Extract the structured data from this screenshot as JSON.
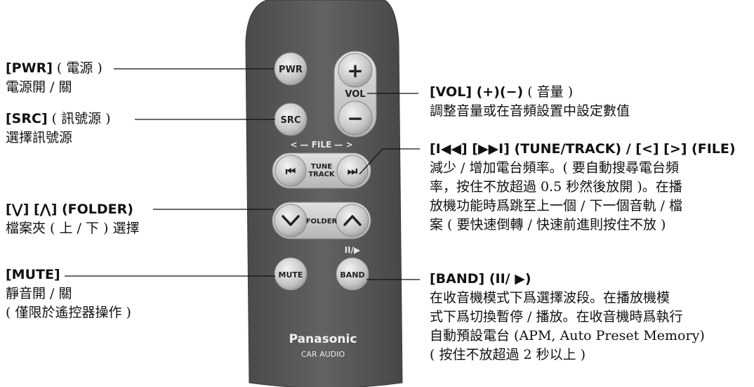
{
  "remote": {
    "brand": "Panasonic",
    "subbrand": "CAR AUDIO",
    "buttons": {
      "pwr": "PWR",
      "src": "SRC",
      "vol_plus": "+",
      "vol": "VOL",
      "vol_minus": "−",
      "file": "< — FILE — >",
      "tune_line1": "TUNE",
      "tune_line2": "TRACK",
      "prev": "⏮",
      "next": "⏭",
      "folder": "FOLDER",
      "mute": "MUTE",
      "band": "BAND",
      "pause_play": "II/▶"
    }
  },
  "labels": {
    "pwr": {
      "title": "[PWR]",
      "paren": " ( 電源 )",
      "lines": [
        "電源開 / 關"
      ]
    },
    "src": {
      "title": "[SRC]",
      "paren": " ( 訊號源 )",
      "lines": [
        "選擇訊號源"
      ]
    },
    "folder": {
      "title": "[⋁] [⋀] (FOLDER)",
      "paren": "",
      "lines": [
        "檔案夾 ( 上 / 下 ) 選擇"
      ]
    },
    "mute": {
      "title": "[MUTE]",
      "paren": "",
      "lines": [
        "靜音開 / 關",
        "( 僅限於遙控器操作 )"
      ]
    },
    "vol": {
      "title": "[VOL] (+)(−)",
      "paren": " ( 音量 )",
      "lines": [
        "調整音量或在音頻設置中設定數值"
      ]
    },
    "tune": {
      "title": "[I◀◀] [▶▶I] (TUNE/TRACK) / [<] [>] (FILE)",
      "paren": "",
      "lines": [
        "減少 / 增加電台頻率。( 要自動搜尋電台頻",
        "率，按住不放超過 0.5 秒然後放開 )。在播",
        "放機功能時爲跳至上一個 / 下一個音軌 / 檔",
        "案 ( 要快速倒轉 / 快速前進則按住不放 )"
      ]
    },
    "band": {
      "title": "[BAND] (II/ ▶)",
      "paren": "",
      "lines": [
        "在收音機模式下爲選擇波段。在播放機模",
        "式下爲切換暫停 / 播放。在收音機時爲執行",
        "自動預設電台 (APM, Auto Preset Memory)",
        "( 按住不放超過 2 秒以上 )"
      ]
    }
  },
  "colors": {
    "remote_body": "#5a5a5a",
    "button": "#cfcfcf"
  }
}
